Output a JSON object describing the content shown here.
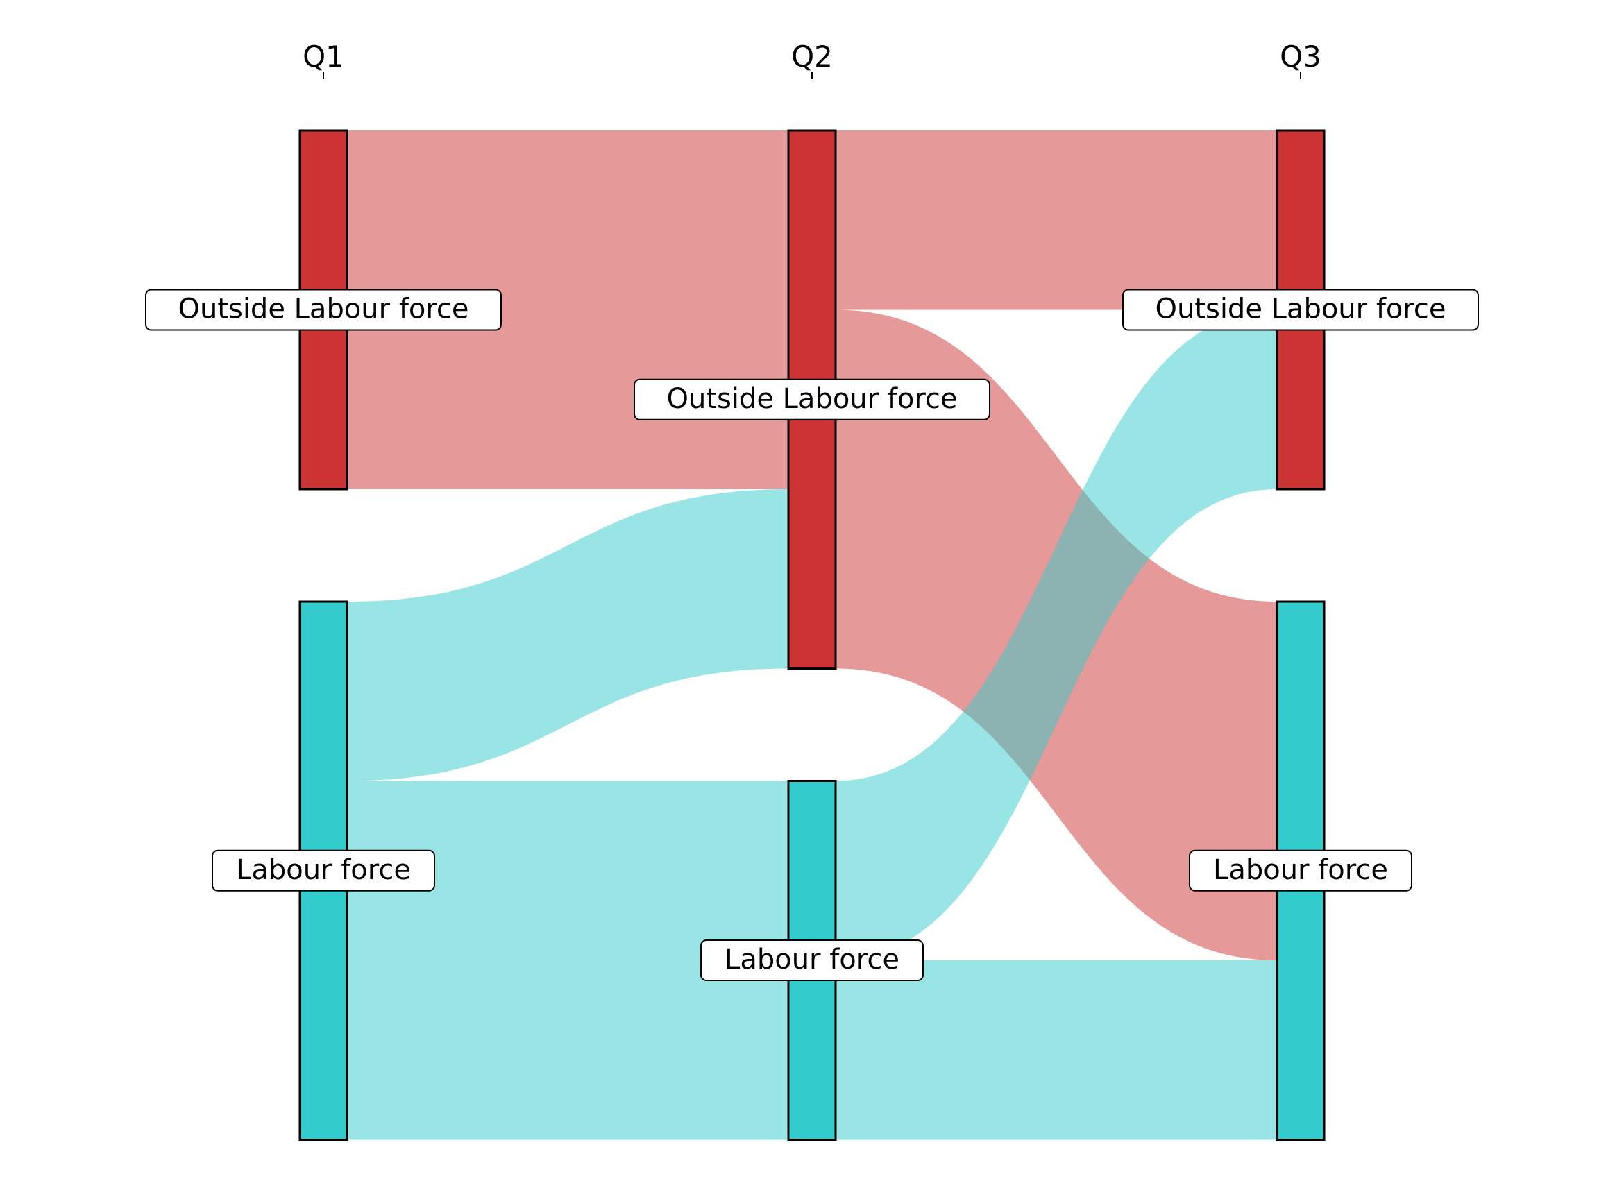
{
  "chart_data": {
    "type": "sankey",
    "stages": [
      "Q1",
      "Q2",
      "Q3"
    ],
    "categories": [
      "Outside Labour force",
      "Labour force"
    ],
    "category_colors": {
      "Outside Labour force": "#cc3333",
      "Labour force": "#33cccc"
    },
    "nodes": [
      {
        "stage": "Q1",
        "category": "Outside Labour force",
        "value": 2
      },
      {
        "stage": "Q1",
        "category": "Labour force",
        "value": 3
      },
      {
        "stage": "Q2",
        "category": "Outside Labour force",
        "value": 3
      },
      {
        "stage": "Q2",
        "category": "Labour force",
        "value": 2
      },
      {
        "stage": "Q3",
        "category": "Outside Labour force",
        "value": 2
      },
      {
        "stage": "Q3",
        "category": "Labour force",
        "value": 3
      }
    ],
    "flows": [
      {
        "from_stage": "Q1",
        "to_stage": "Q2",
        "from": "Outside Labour force",
        "to": "Outside Labour force",
        "value": 2
      },
      {
        "from_stage": "Q1",
        "to_stage": "Q2",
        "from": "Labour force",
        "to": "Outside Labour force",
        "value": 1
      },
      {
        "from_stage": "Q1",
        "to_stage": "Q2",
        "from": "Labour force",
        "to": "Labour force",
        "value": 2
      },
      {
        "from_stage": "Q2",
        "to_stage": "Q3",
        "from": "Outside Labour force",
        "to": "Outside Labour force",
        "value": 1
      },
      {
        "from_stage": "Q2",
        "to_stage": "Q3",
        "from": "Outside Labour force",
        "to": "Labour force",
        "value": 2
      },
      {
        "from_stage": "Q2",
        "to_stage": "Q3",
        "from": "Labour force",
        "to": "Outside Labour force",
        "value": 1
      },
      {
        "from_stage": "Q2",
        "to_stage": "Q3",
        "from": "Labour force",
        "to": "Labour force",
        "value": 1
      }
    ],
    "grid": false
  }
}
